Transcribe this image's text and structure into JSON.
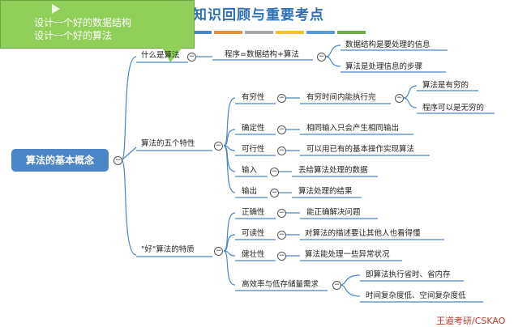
{
  "header": {
    "title": "知识回顾与重要考点",
    "bar_colors": [
      "#4a86c8",
      "#e8913a",
      "#a5a5a5",
      "#f2c230",
      "#5a9bd5",
      "#70ad47"
    ]
  },
  "callout": {
    "line1": "设计一个好的数据结构",
    "line2": "设计一个好的算法",
    "color": "#8fd05a"
  },
  "mindmap": {
    "root": "算法的基本概念",
    "what_is": {
      "label": "什么是算法",
      "formula": "程序=数据结构+算法",
      "children": [
        "数据结构是要处理的信息",
        "算法是处理信息的步骤"
      ]
    },
    "five": {
      "label": "算法的五个特性",
      "items": [
        {
          "label": "有穷性",
          "desc": "有穷时间内能执行完"
        },
        {
          "label": "确定性",
          "desc": "相同输入只会产生相同输出"
        },
        {
          "label": "可行性",
          "desc": "可以用已有的基本操作实现算法"
        },
        {
          "label": "输入",
          "desc": "丢给算法处理的数据"
        },
        {
          "label": "输出",
          "desc": "算法处理的结果"
        }
      ],
      "finite_children": [
        "算法是有穷的",
        "程序可以是无穷的"
      ]
    },
    "good": {
      "label": "\"好\"算法的特质",
      "items": [
        {
          "label": "正确性",
          "desc": "能正确解决问题"
        },
        {
          "label": "可读性",
          "desc": "对算法的描述要让其他人也看得懂"
        },
        {
          "label": "健壮性",
          "desc": "算法能处理一些异常状况"
        },
        {
          "label": "高效率与低存储量需求",
          "desc": ""
        }
      ],
      "efficiency_children": [
        "即算法执行省时、省内存",
        "时间复杂度低、空间复杂度低"
      ]
    },
    "toggle_symbol": "−"
  },
  "watermark": {
    "brand": "王道考研/CSKAO"
  }
}
